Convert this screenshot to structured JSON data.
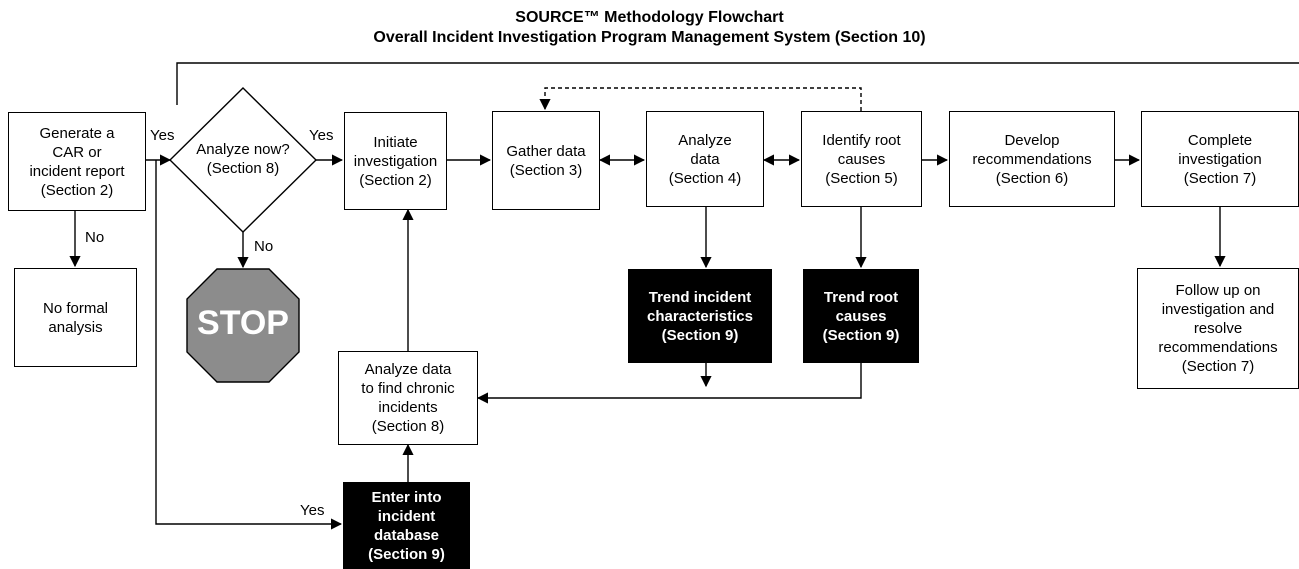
{
  "title": {
    "line1": "SOURCE™ Methodology Flowchart",
    "line2": "Overall Incident Investigation Program Management System (Section 10)"
  },
  "nodes": {
    "generate_report": "Generate a\nCAR or\nincident report\n(Section 2)",
    "no_formal_analysis": "No formal\nanalysis",
    "analyze_now": "Analyze now?\n(Section 8)",
    "stop": "STOP",
    "initiate_investigation": "Initiate\ninvestigation\n(Section 2)",
    "gather_data": "Gather data\n(Section 3)",
    "analyze_data": "Analyze\ndata\n(Section 4)",
    "identify_root_causes": "Identify root\ncauses\n(Section 5)",
    "develop_recommendations": "Develop\nrecommendations\n(Section 6)",
    "complete_investigation": "Complete\ninvestigation\n(Section 7)",
    "trend_incident_characteristics": "Trend incident\ncharacteristics\n(Section 9)",
    "trend_root_causes": "Trend root\ncauses\n(Section 9)",
    "follow_up": "Follow up on\ninvestigation and\nresolve\nrecommendations\n(Section 7)",
    "analyze_chronic": "Analyze data\nto find chronic\nincidents\n(Section 8)",
    "enter_database": "Enter into\nincident\ndatabase\n(Section 9)"
  },
  "labels": {
    "yes_report": "Yes",
    "yes_analyze": "Yes",
    "no_report": "No",
    "no_analyze": "No",
    "yes_database": "Yes"
  },
  "colors": {
    "stop_fill": "#8c8c8c",
    "dark_box": "#000000",
    "line": "#000000"
  }
}
